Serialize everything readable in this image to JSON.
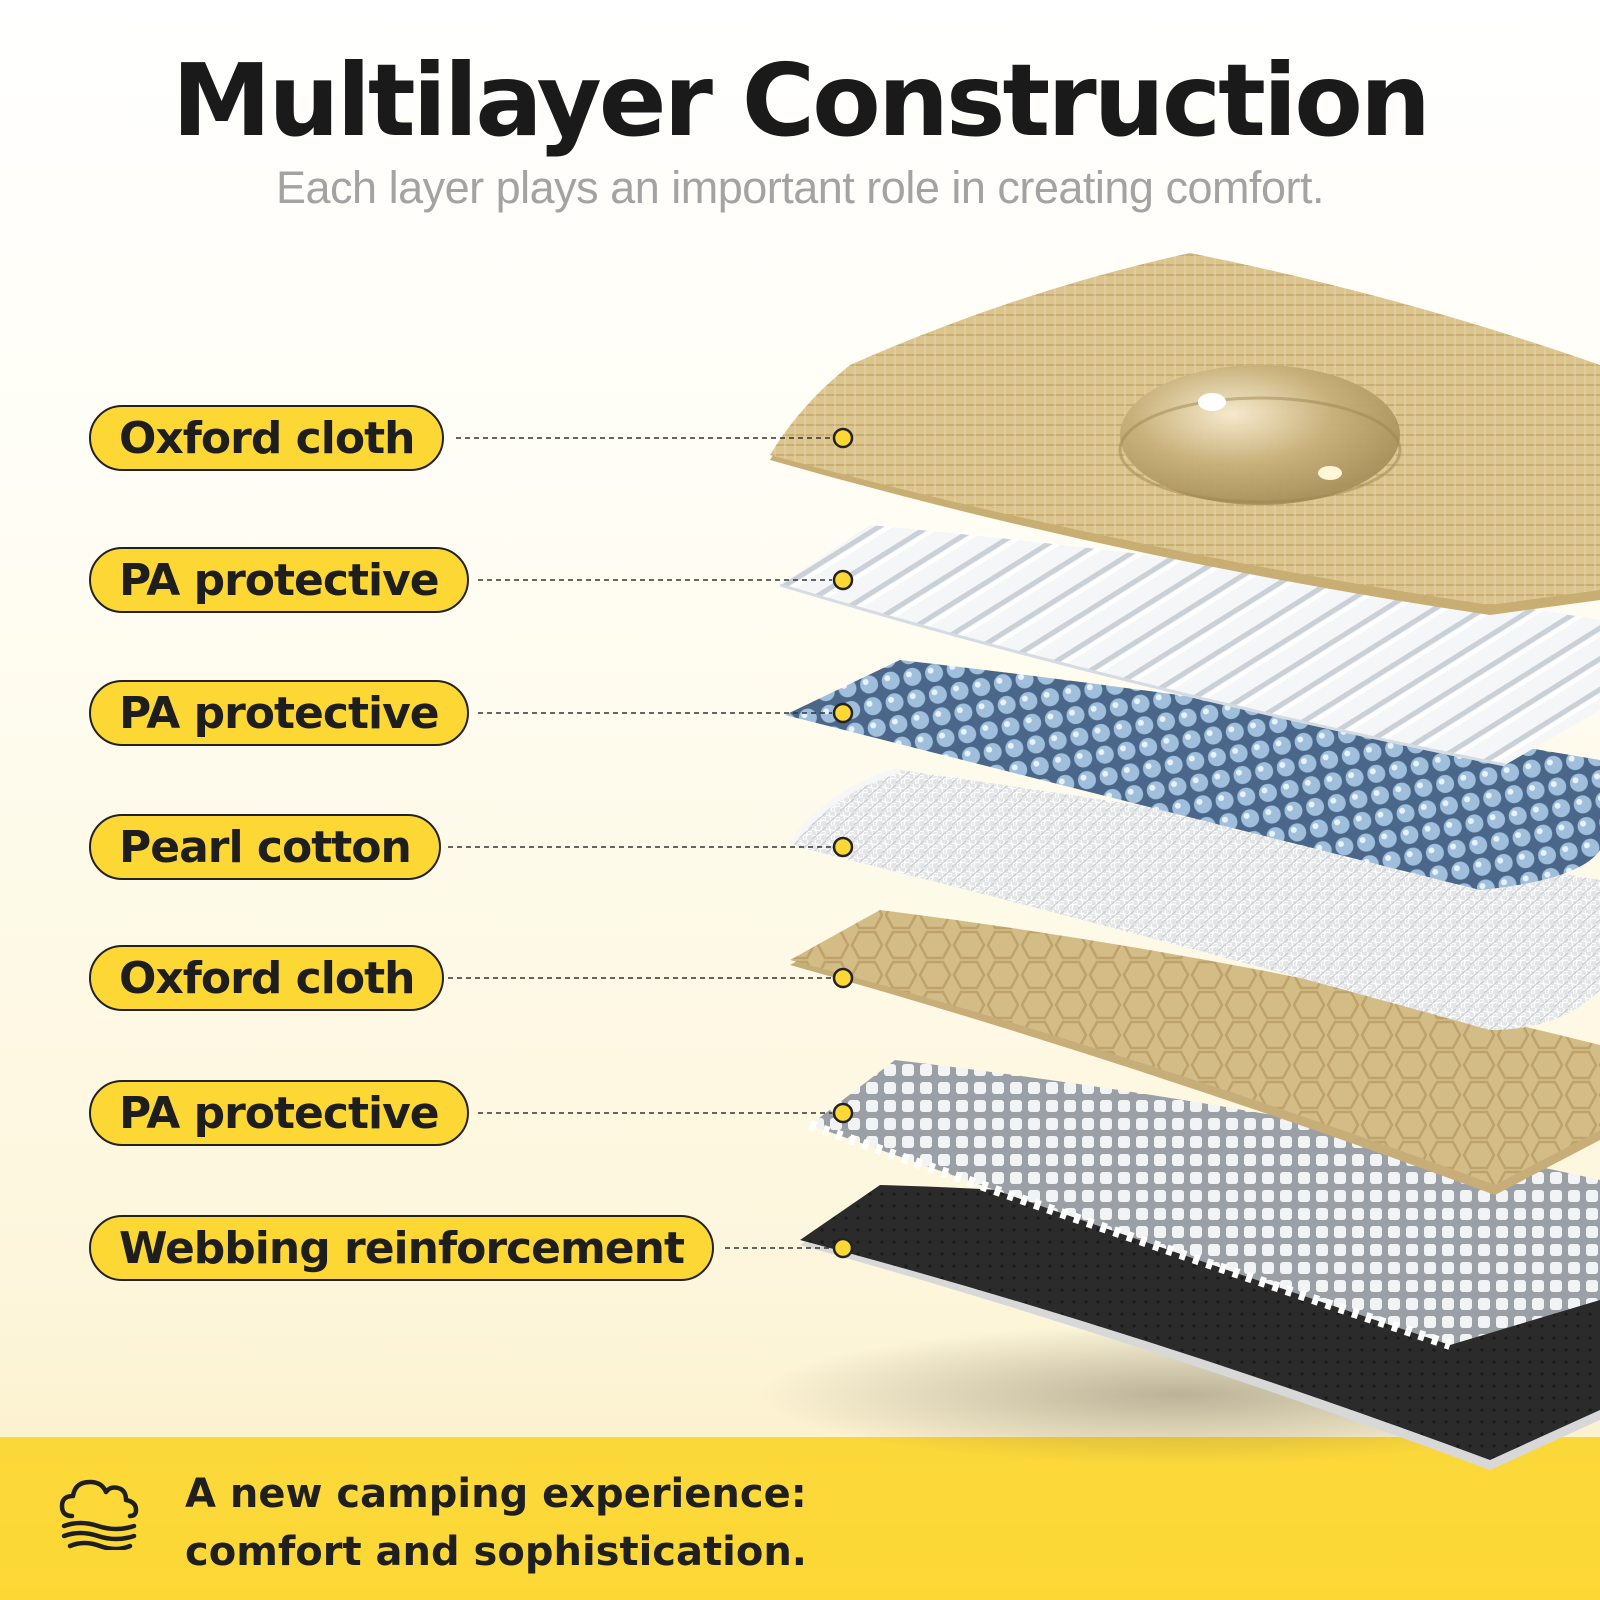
{
  "header": {
    "title": "Multilayer Construction",
    "subtitle": "Each layer plays an important role in creating comfort."
  },
  "layers": [
    {
      "label": "Oxford cloth"
    },
    {
      "label": "PA protective"
    },
    {
      "label": "PA protective"
    },
    {
      "label": "Pearl cotton"
    },
    {
      "label": "Oxford cloth"
    },
    {
      "label": "PA protective"
    },
    {
      "label": "Webbing reinforcement"
    }
  ],
  "footer": {
    "icon": "cloud-comfort-icon",
    "line1": "A new camping experience:",
    "line2": "comfort and sophistication."
  },
  "colors": {
    "accent": "#FDD835",
    "outline": "#222222",
    "tan": "#D9C08A",
    "black_layer": "#2A2A2A"
  }
}
